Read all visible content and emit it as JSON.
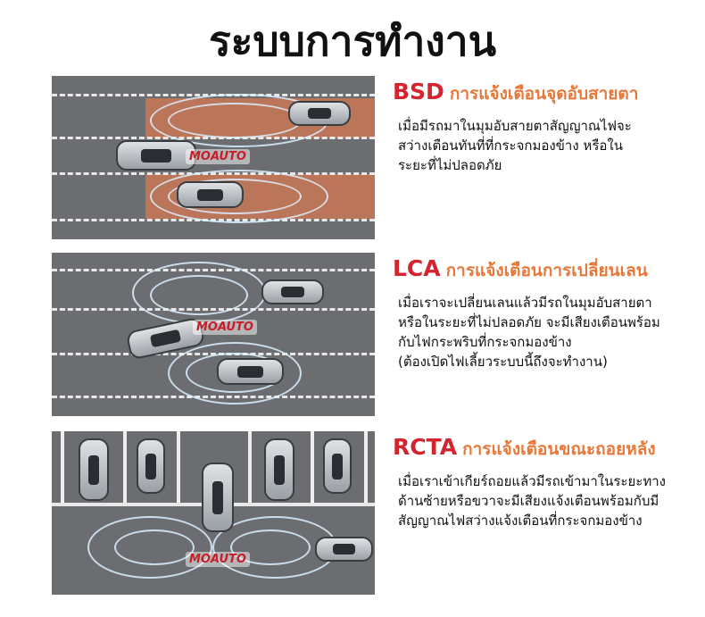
{
  "title": "ระบบการทำงาน",
  "logo": "MOAUTO",
  "sections": [
    {
      "code": "BSD",
      "heading": "การแจ้งเตือนจุดอับสายตา",
      "lines": [
        "เมื่อมีรถมาในมุมอับสายตาสัญญาณไฟจะ",
        "สว่างเตือนทันที่ที่กระจกมองข้าง หรือใน",
        "ระยะที่ไม่ปลอดภัย"
      ]
    },
    {
      "code": "LCA",
      "heading": "การแจ้งเตือนการเปลี่ยนเลน",
      "lines": [
        "เมื่อเราจะเปลี่ยนเลนแล้วมีรถในมุมอับสายตา",
        "หรือในระยะที่ไม่ปลอดภัย จะมีเสียงเตือนพร้อม",
        "กับไฟกระพริบที่กระจกมองข้าง",
        "(ต้องเปิดไฟเลี้ยวระบบนี้ถึงจะทำงาน)"
      ]
    },
    {
      "code": "RCTA",
      "heading": "การแจ้งเตือนขณะถอยหลัง",
      "lines": [
        "เมื่อเราเข้าเกียร์ถอยแล้วมีรถเข้ามาในระยะทาง",
        "ด้านซ้ายหรือขวาจะมีเสียงแจ้งเตือนพร้อมกับมี",
        "สัญญาณไฟสว่างแจ้งเตือนที่กระจกมองข้าง"
      ]
    }
  ]
}
